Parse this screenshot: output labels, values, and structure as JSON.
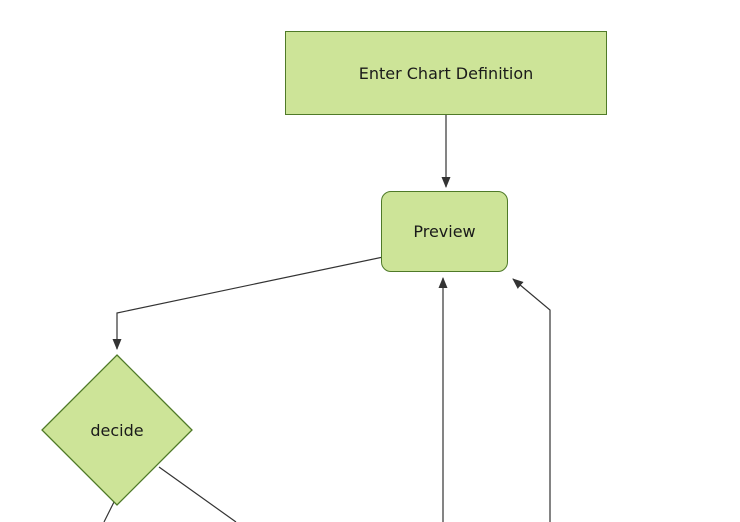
{
  "diagram": {
    "type": "flowchart",
    "orientation": "top-down",
    "colors": {
      "background": "#ffffff",
      "node_fill": "#cde498",
      "node_border": "#4f7a28",
      "edge": "#333333",
      "text": "#1a1a1a"
    },
    "nodes": [
      {
        "id": "enter-chart-definition",
        "label": "Enter Chart Definition",
        "shape": "rectangle"
      },
      {
        "id": "preview",
        "label": "Preview",
        "shape": "rounded-rectangle"
      },
      {
        "id": "decide",
        "label": "decide",
        "shape": "diamond"
      }
    ],
    "edges": [
      {
        "from": "enter-chart-definition",
        "to": "preview",
        "arrow": true
      },
      {
        "from": "preview",
        "to": "decide",
        "arrow": true
      },
      {
        "from": "offscreen-bottom-center",
        "to": "preview",
        "arrow": true
      },
      {
        "from": "offscreen-bottom-right",
        "to": "preview",
        "arrow": true
      },
      {
        "from": "decide",
        "to": "offscreen-bottom-left",
        "arrow": false
      },
      {
        "from": "decide",
        "to": "offscreen-bottom-right",
        "arrow": false
      }
    ]
  }
}
